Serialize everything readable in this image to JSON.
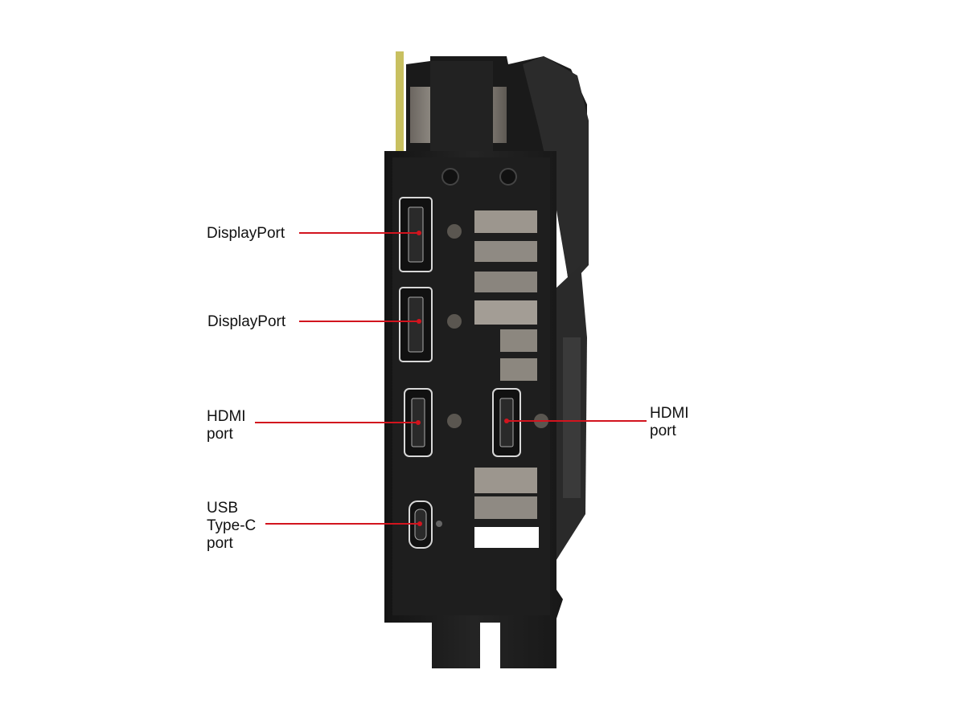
{
  "callouts": [
    {
      "id": "dp1",
      "lines": [
        "DisplayPort"
      ]
    },
    {
      "id": "dp2",
      "lines": [
        "DisplayPort"
      ]
    },
    {
      "id": "hdmi1",
      "lines": [
        "HDMI",
        "port"
      ]
    },
    {
      "id": "hdmi2",
      "lines": [
        "HDMI",
        "port"
      ]
    },
    {
      "id": "usbc",
      "lines": [
        "USB",
        "Type-C",
        "port"
      ]
    }
  ],
  "colors": {
    "background": "#ffffff",
    "bracket": "#1c1c1c",
    "callout_line": "#d2141e",
    "label_text": "#111111",
    "pcb": "#c8c060"
  }
}
